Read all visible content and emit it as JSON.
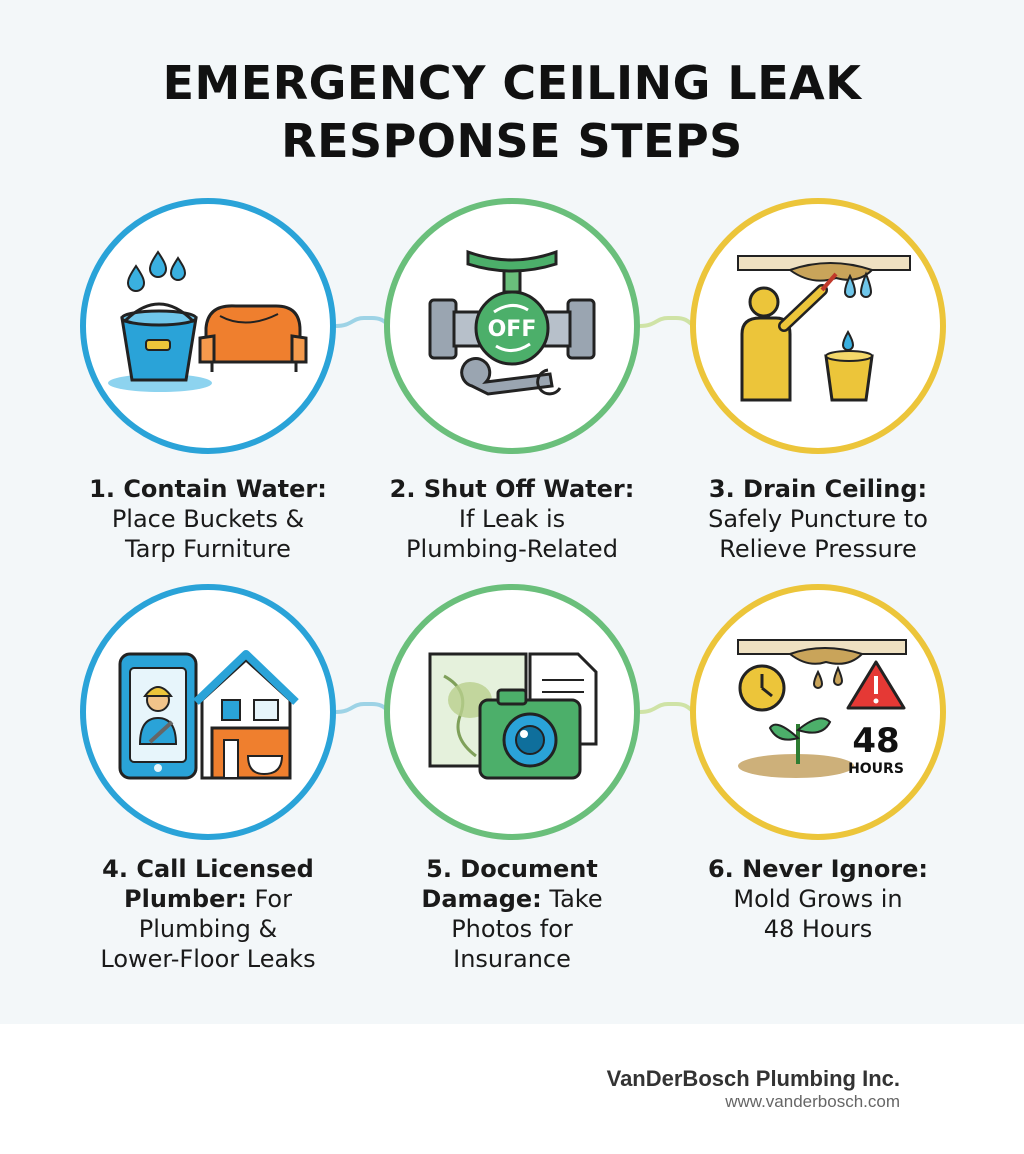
{
  "title": "EMERGENCY CEILING LEAK RESPONSE STEPS",
  "icons": {
    "step1": "bucket-and-tarped-couch-icon",
    "step2": "shutoff-valve-icon",
    "step3": "person-draining-ceiling-icon",
    "step4": "phone-plumber-house-icon",
    "step5": "camera-documents-icon",
    "step6": "mold-48-hours-icon"
  },
  "colors": {
    "blue": "#2aa3d8",
    "green": "#6abf7b",
    "yellow": "#ecc53a"
  },
  "valve_label": "OFF",
  "hours_number": "48",
  "hours_label": "HOURS",
  "steps": [
    {
      "head": "1. Contain Water:",
      "line1": "Place Buckets &",
      "line2": "Tarp Furniture"
    },
    {
      "head": "2. Shut Off Water:",
      "line1": "If Leak is",
      "line2": "Plumbing-Related"
    },
    {
      "head": "3. Drain Ceiling:",
      "line1": "Safely Puncture to",
      "line2": "Relieve Pressure"
    },
    {
      "head": "4. Call Licensed",
      "head2": "Plumber:",
      "rest": "For",
      "line1": "Plumbing &",
      "line2": "Lower-Floor Leaks"
    },
    {
      "head": "5. Document",
      "head2": "Damage:",
      "rest": "Take",
      "line1": "Photos for",
      "line2": "Insurance"
    },
    {
      "head": "6. Never Ignore:",
      "line1": "Mold Grows in",
      "line2": "48 Hours"
    }
  ],
  "footer": {
    "company": "VanDerBosch Plumbing Inc.",
    "url": "www.vanderbosch.com"
  }
}
